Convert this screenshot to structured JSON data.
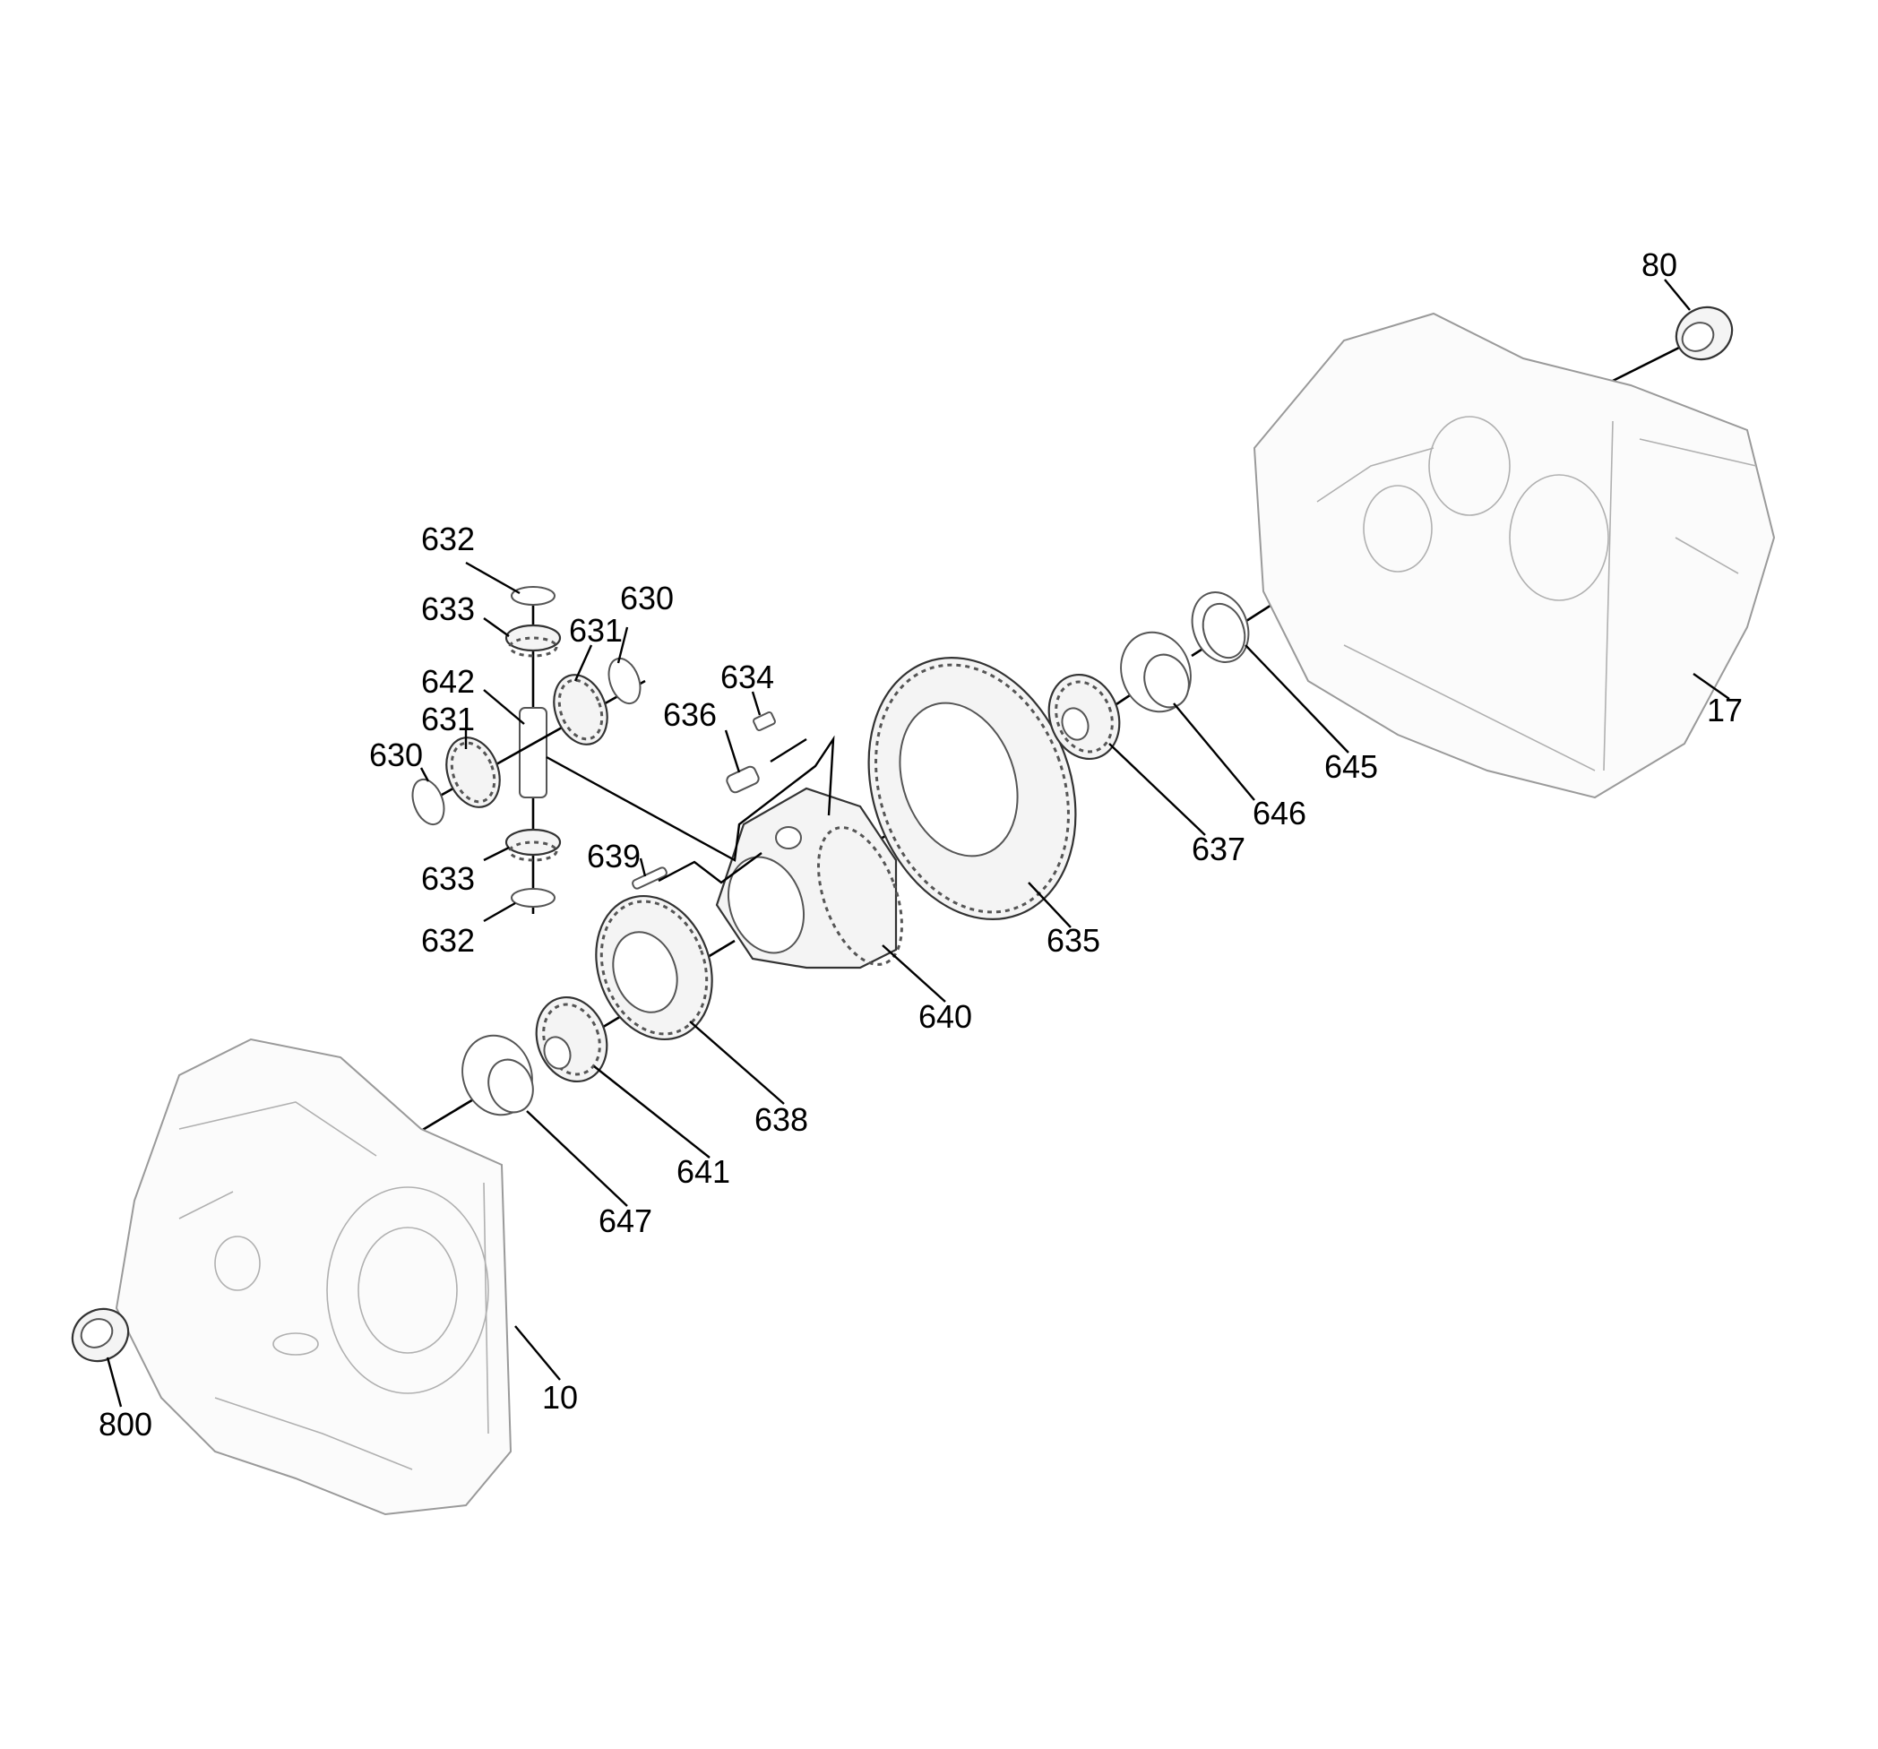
{
  "diagram": {
    "background": "#ffffff",
    "ink_color": "#000000",
    "part_color": "#555555",
    "callouts": [
      {
        "id": "80",
        "label": "80"
      },
      {
        "id": "17",
        "label": "17"
      },
      {
        "id": "645",
        "label": "645"
      },
      {
        "id": "646",
        "label": "646"
      },
      {
        "id": "637",
        "label": "637"
      },
      {
        "id": "635",
        "label": "635"
      },
      {
        "id": "640",
        "label": "640"
      },
      {
        "id": "638",
        "label": "638"
      },
      {
        "id": "641",
        "label": "641"
      },
      {
        "id": "647",
        "label": "647"
      },
      {
        "id": "10",
        "label": "10"
      },
      {
        "id": "800",
        "label": "800"
      },
      {
        "id": "632a",
        "label": "632"
      },
      {
        "id": "633a",
        "label": "633"
      },
      {
        "id": "630a",
        "label": "630"
      },
      {
        "id": "631a",
        "label": "631"
      },
      {
        "id": "642",
        "label": "642"
      },
      {
        "id": "631b",
        "label": "631"
      },
      {
        "id": "630b",
        "label": "630"
      },
      {
        "id": "634",
        "label": "634"
      },
      {
        "id": "636",
        "label": "636"
      },
      {
        "id": "639",
        "label": "639"
      },
      {
        "id": "633b",
        "label": "633"
      },
      {
        "id": "632b",
        "label": "632"
      }
    ]
  }
}
